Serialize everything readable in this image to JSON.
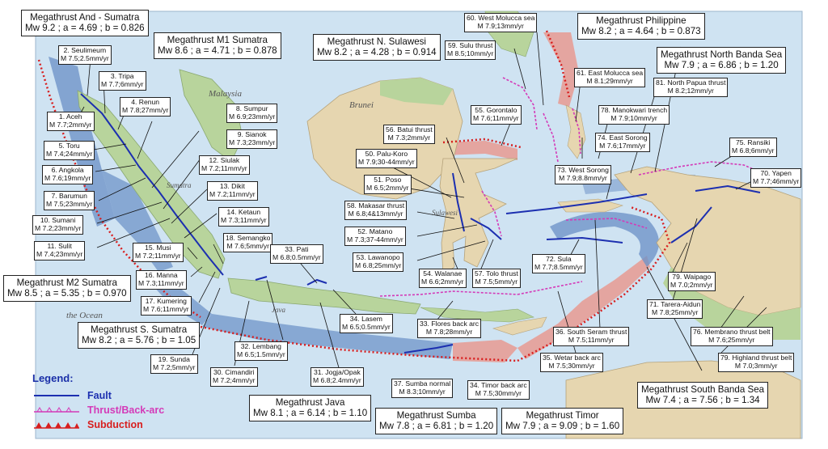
{
  "colors": {
    "fault": "#1c2fb0",
    "thrust": "#d43ab8",
    "subduction": "#d81e1e",
    "sea": "#cfe3f2",
    "land_green": "#b8d49c",
    "land_tan": "#e6d6b0",
    "megathrust_blue": "#6f94c8",
    "megathrust_red": "#e79a92"
  },
  "place_labels": {
    "malaysia": "Malaysia",
    "brunei": "Brunei",
    "sumatra": "Sumatra",
    "java": "Java",
    "sulawesi": "Sulawesi",
    "ocean": "the Ocean"
  },
  "legend": {
    "title": "Legend:",
    "items": [
      {
        "label": "Fault",
        "symbol": "fault-line-icon"
      },
      {
        "label": "Thrust/Back-arc",
        "symbol": "thrust-line-icon"
      },
      {
        "label": "Subduction",
        "symbol": "subduction-line-icon"
      }
    ]
  },
  "megathrusts": [
    {
      "name": "Megathrust And - Sumatra",
      "params": "Mw 9.2 ; a = 4.69 ; b = 0.826"
    },
    {
      "name": "Megathrust M1 Sumatra",
      "params": "Mw 8.6 ; a = 4.71 ; b = 0.878"
    },
    {
      "name": "Megathrust N. Sulawesi",
      "params": "Mw 8.2 ; a = 4.28 ; b = 0.914"
    },
    {
      "name": "Megathrust Philippine",
      "params": "Mw 8.2 ; a = 4.64 ; b = 0.873"
    },
    {
      "name": "Megathrust North Banda Sea",
      "params": "Mw 7.9 ; a = 6.86 ; b = 1.20"
    },
    {
      "name": "Megathrust M2 Sumatra",
      "params": "Mw 8.5 ; a = 5.35 ; b = 0.970"
    },
    {
      "name": "Megathrust S. Sumatra",
      "params": "Mw 8.2 ; a = 5.76 ; b = 1.05"
    },
    {
      "name": "Megathrust Java",
      "params": "Mw 8.1 ; a = 6.14 ; b = 1.10"
    },
    {
      "name": "Megathrust Sumba",
      "params": "Mw 7.8 ; a = 6.81 ; b = 1.20"
    },
    {
      "name": "Megathrust Timor",
      "params": "Mw 7.9 ; a = 9.09 ; b = 1.60"
    },
    {
      "name": "Megathrust South Banda Sea",
      "params": "Mw 7.4 ; a = 7.56 ; b = 1.34"
    }
  ],
  "faults": [
    {
      "name": "1. Aceh",
      "rate": "M 7.7;2mm/yr"
    },
    {
      "name": "2. Seulimeum",
      "rate": "M 7.5;2.5mm/yr"
    },
    {
      "name": "3. Tripa",
      "rate": "M 7.7;6mm/yr"
    },
    {
      "name": "4. Renun",
      "rate": "M 7.8;27mm/yr"
    },
    {
      "name": "5. Toru",
      "rate": "M 7.4;24mm/yr"
    },
    {
      "name": "6. Angkola",
      "rate": "M 7.6;19mm/yr"
    },
    {
      "name": "7. Barumun",
      "rate": "M 7.5;23mm/yr"
    },
    {
      "name": "8. Sumpur",
      "rate": "M 6.9;23mm/yr"
    },
    {
      "name": "9. Sianok",
      "rate": "M 7.3;23mm/yr"
    },
    {
      "name": "10. Sumani",
      "rate": "M 7.2;23mm/yr"
    },
    {
      "name": "11. Sulit",
      "rate": "M 7.4;23mm/yr"
    },
    {
      "name": "12. Siulak",
      "rate": "M 7.2;11mm/yr"
    },
    {
      "name": "13. Dikit",
      "rate": "M 7.2;11mm/yr"
    },
    {
      "name": "14. Ketaun",
      "rate": "M 7.3;11mm/yr"
    },
    {
      "name": "15. Musi",
      "rate": "M 7.2;11mm/yr"
    },
    {
      "name": "16. Manna",
      "rate": "M 7.3;11mm/yr"
    },
    {
      "name": "17. Kumering",
      "rate": "M 7.6;11mm/yr"
    },
    {
      "name": "18. Semangko",
      "rate": "M 7.6;5mm/yr"
    },
    {
      "name": "19. Sunda",
      "rate": "M 7.2;5mm/yr"
    },
    {
      "name": "30. Cimandiri",
      "rate": "M 7.2;4mm/yr"
    },
    {
      "name": "31. Jogja/Opak",
      "rate": "M 6.8;2.4mm/yr"
    },
    {
      "name": "32. Lembang",
      "rate": "M 6.5;1.5mm/yr"
    },
    {
      "name": "33. Pati",
      "rate": "M 6.8;0.5mm/yr"
    },
    {
      "name": "34. Lasem",
      "rate": "M 6.5;0.5mm/yr"
    },
    {
      "name": "33. Flores back arc",
      "rate": "M 7.8;28mm/yr"
    },
    {
      "name": "37. Sumba normal",
      "rate": "M 8.3;10mm/yr"
    },
    {
      "name": "34. Timor back arc",
      "rate": "M 7.5;30mm/yr"
    },
    {
      "name": "35. Wetar back arc",
      "rate": "M 7.5;30mm/yr"
    },
    {
      "name": "36. South Seram thrust",
      "rate": "M 7.5;11mm/yr"
    },
    {
      "name": "50. Palu-Koro",
      "rate": "M 7.9;30-44mm/yr"
    },
    {
      "name": "51. Poso",
      "rate": "M 6.5;2mm/yr"
    },
    {
      "name": "52. Matano",
      "rate": "M 7.3;37-44mm/yr"
    },
    {
      "name": "53. Lawanopo",
      "rate": "M 6.8;25mm/yr"
    },
    {
      "name": "54. Walanae",
      "rate": "M 6.6;2mm/yr"
    },
    {
      "name": "55. Gorontalo",
      "rate": "M 7.6;11mm/yr"
    },
    {
      "name": "56. Batui thrust",
      "rate": "M 7.3;2mm/yr"
    },
    {
      "name": "57. Tolo thrust",
      "rate": "M 7.5;5mm/yr"
    },
    {
      "name": "58. Makasar thrust",
      "rate": "M 6.8;4&13mm/yr"
    },
    {
      "name": "59. Sulu thrust",
      "rate": "M 8.5;10mm/yr"
    },
    {
      "name": "60. West Molucca sea",
      "rate": "M 7.9;13mm/yr"
    },
    {
      "name": "61. East Molucca sea",
      "rate": "M 8.1;29mm/yr"
    },
    {
      "name": "72. Sula",
      "rate": "M 7.7;8.5mm/yr"
    },
    {
      "name": "73. West Sorong",
      "rate": "M 7.9;8.8mm/yr"
    },
    {
      "name": "74. East Sorong",
      "rate": "M 7.6;17mm/yr"
    },
    {
      "name": "75. Ransiki",
      "rate": "M 6.8;6mm/yr"
    },
    {
      "name": "70. Yapen",
      "rate": "M 7.7;46mm/yr"
    },
    {
      "name": "78. Manokwari trench",
      "rate": "M 7.9;10mm/yr"
    },
    {
      "name": "79. Waipago",
      "rate": "M 7.0;2mm/yr"
    },
    {
      "name": "71. Tarera-Aidun",
      "rate": "M 7.8;25mm/yr"
    },
    {
      "name": "76. Membrano thrust belt",
      "rate": "M 7.6;25mm/yr"
    },
    {
      "name": "79. Highland thrust belt",
      "rate": "M 7.0;3mm/yr"
    },
    {
      "name": "81. North Papua thrust",
      "rate": "M 8.2;12mm/yr"
    }
  ]
}
